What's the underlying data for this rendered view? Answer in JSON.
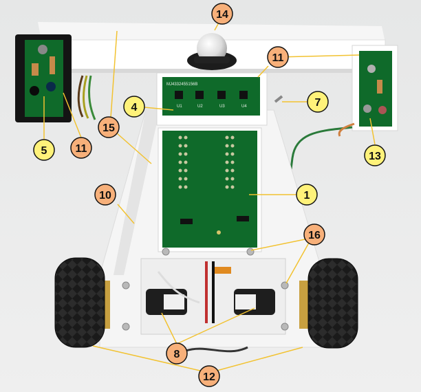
{
  "pcb_label": "MJ4332455156B",
  "pcb_sensors": [
    "U1",
    "U2",
    "U3",
    "U4"
  ],
  "callouts": [
    {
      "id": "c1",
      "label": "1",
      "color": "#fff27a"
    },
    {
      "id": "c4",
      "label": "4",
      "color": "#fff27a"
    },
    {
      "id": "c5",
      "label": "5",
      "color": "#fff27a"
    },
    {
      "id": "c7",
      "label": "7",
      "color": "#fff27a"
    },
    {
      "id": "c8",
      "label": "8",
      "color": "#f7b07a"
    },
    {
      "id": "c10",
      "label": "10",
      "color": "#f7b07a"
    },
    {
      "id": "c11a",
      "label": "11",
      "color": "#f7b07a"
    },
    {
      "id": "c11b",
      "label": "11",
      "color": "#f7b07a"
    },
    {
      "id": "c12",
      "label": "12",
      "color": "#f7b07a"
    },
    {
      "id": "c13",
      "label": "13",
      "color": "#fff27a"
    },
    {
      "id": "c14",
      "label": "14",
      "color": "#f7b07a"
    },
    {
      "id": "c15",
      "label": "15",
      "color": "#f7b07a"
    },
    {
      "id": "c16",
      "label": "16",
      "color": "#f7b07a"
    }
  ]
}
